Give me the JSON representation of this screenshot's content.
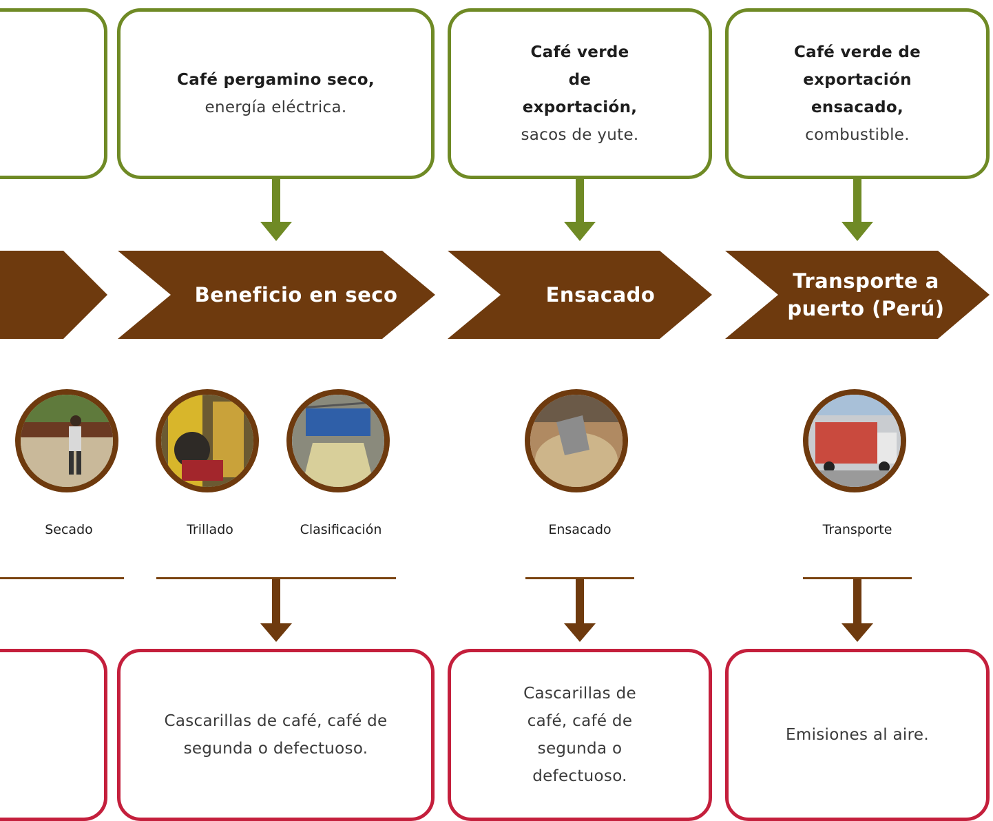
{
  "inputs": [
    {
      "bold": "",
      "text": ""
    },
    {
      "bold": "Café pergamino seco,",
      "text": "energía eléctrica."
    },
    {
      "bold": "Café verde de exportación,",
      "text": "sacos de yute."
    },
    {
      "bold": "Café verde de exportación ensacado,",
      "text": "combustible."
    }
  ],
  "steps": [
    {
      "label": ""
    },
    {
      "label": "Beneficio en seco"
    },
    {
      "label": "Ensacado"
    },
    {
      "label": "Transporte a puerto (Perú)"
    }
  ],
  "photos": [
    {
      "label": "Secado"
    },
    {
      "label": "Trillado"
    },
    {
      "label": "Clasificación"
    },
    {
      "label": "Ensacado"
    },
    {
      "label": "Transporte"
    }
  ],
  "outputs": [
    {
      "text": ""
    },
    {
      "text": "Cascarillas de café, café de segunda o defectuoso."
    },
    {
      "text": "Cascarillas de café, café de segunda o defectuoso."
    },
    {
      "text": "Emisiones al aire."
    }
  ],
  "colors": {
    "input_border": "#6f8a25",
    "output_border": "#c41f3c",
    "step_fill": "#6e3a0e"
  }
}
